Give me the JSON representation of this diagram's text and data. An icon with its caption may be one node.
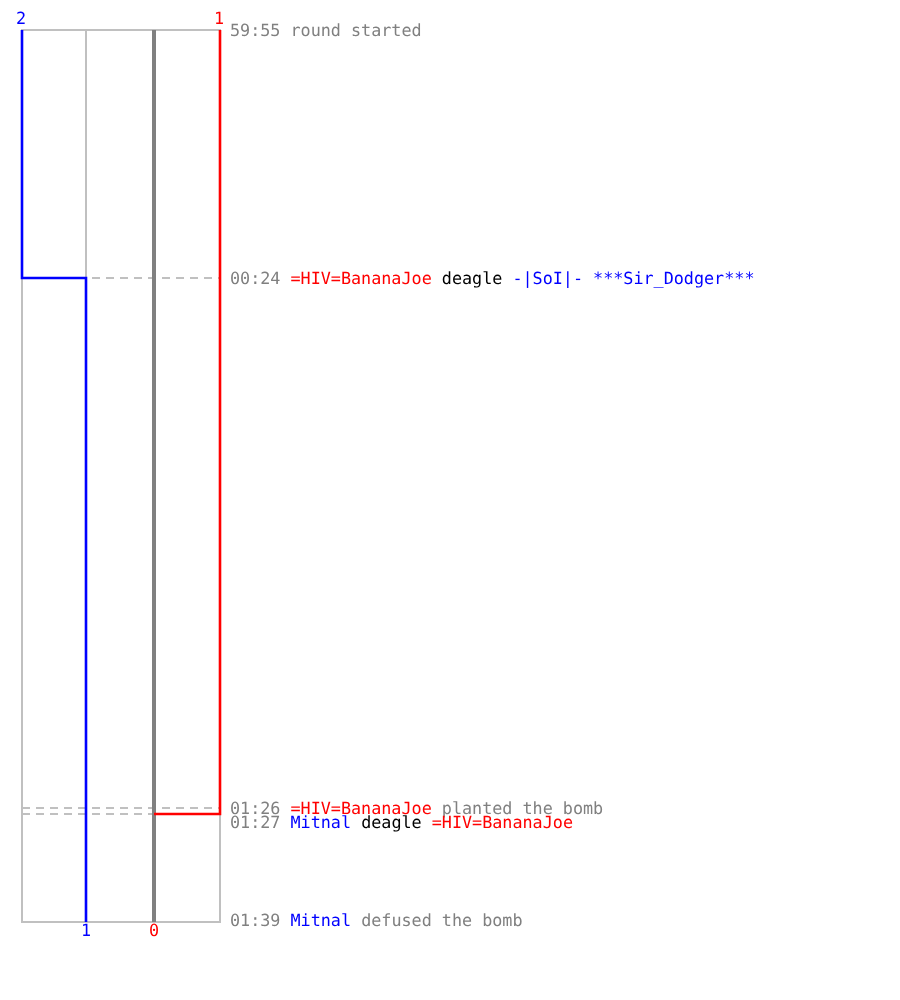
{
  "diagram": {
    "labels": [
      "2",
      "1",
      "59:55",
      "round started",
      "00:24",
      "=HIV=BananaJoe",
      "deagle",
      "-|SoI|- ***Sir_Dodger***",
      "01:26",
      "=HIV=BananaJoe",
      "planted the bomb",
      "01:27",
      "Mitnal",
      "deagle",
      "=HIV=BananaJoe",
      "01:39",
      "Mitnal",
      "defused the bomb",
      "1",
      "0"
    ]
  }
}
